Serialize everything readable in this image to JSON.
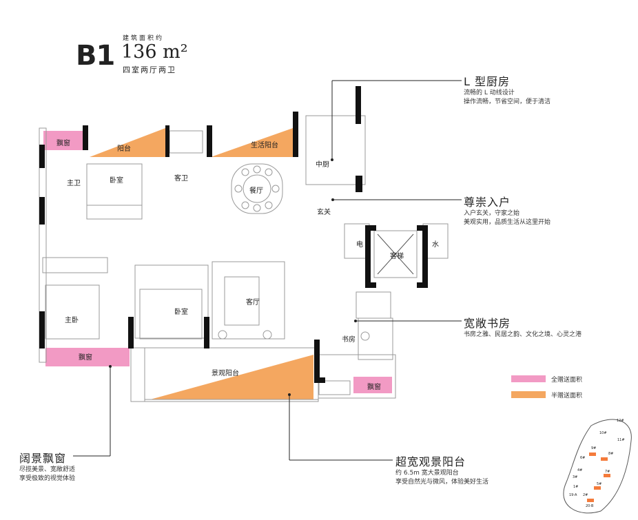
{
  "header": {
    "unit_code": "B1",
    "area_label": "建筑面积约",
    "area_value": "136 m²",
    "layout": "四室两厅两卫"
  },
  "rooms": {
    "bay_window_master_top": "飘窗",
    "balcony": "阳台",
    "living_balcony": "生活阳台",
    "kitchen": "中厨",
    "master_bath": "主卫",
    "bedroom_a": "卧室",
    "guest_bath": "客卫",
    "dining": "餐厅",
    "entrance": "玄关",
    "electric": "电",
    "water": "水",
    "elevator": "客梯",
    "living": "客厅",
    "bedroom_b": "卧室",
    "master_bedroom": "主卧",
    "study": "书房",
    "bay_window_master_bottom": "飘窗",
    "view_balcony": "景观阳台",
    "bay_window_study": "飘窗"
  },
  "callouts": [
    {
      "title": "L 型厨房",
      "desc": [
        "流畅的 L 动线设计",
        "操作流畅，节省空间，便于清洁"
      ]
    },
    {
      "title": "尊崇入户",
      "desc": [
        "入户玄关，守家之始",
        "美观实用，品质生活从这里开始"
      ]
    },
    {
      "title": "宽敞书房",
      "desc": [
        "书房之雅、民居之韵、文化之境、心灵之港"
      ]
    },
    {
      "title": "超宽观景阳台",
      "desc": [
        "约 6.5m 宽大景观阳台",
        "享受自然光与微风，体验美好生活"
      ]
    },
    {
      "title": "阔景飘窗",
      "desc": [
        "尽揽美景、宽敞舒适",
        "享受极致的视觉体验"
      ]
    }
  ],
  "legend": [
    {
      "label": "全赠送面积",
      "color": "#f29ac4"
    },
    {
      "label": "半赠送面积",
      "color": "#f4a760"
    }
  ],
  "site_map": {
    "buildings": [
      "12#",
      "11#",
      "10#",
      "9#",
      "8#",
      "7#",
      "6#",
      "5#",
      "4#",
      "3#",
      "2#",
      "1#",
      "19-A",
      "20-B"
    ]
  },
  "colors": {
    "full_gift": "#f29ac4",
    "half_gift": "#f4a760",
    "wall": "#111111",
    "line": "#aaaaaa"
  }
}
